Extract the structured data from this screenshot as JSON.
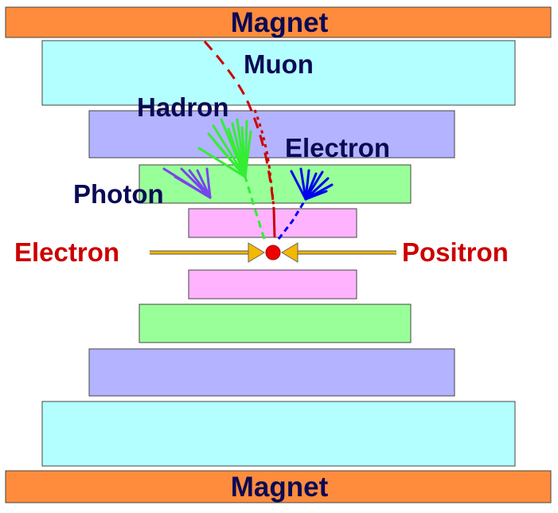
{
  "labels": {
    "magnet_top": "Magnet",
    "magnet_bottom": "Magnet",
    "muon": "Muon",
    "hadron": "Hadron",
    "electron_track": "Electron",
    "photon": "Photon",
    "electron_beam": "Electron",
    "positron_beam": "Positron"
  },
  "colors": {
    "magnet": "#ff8c3c",
    "muon_chamber": "#b3ffff",
    "hadron_calorimeter": "#b3b3ff",
    "em_calorimeter": "#99ff99",
    "tracker": "#ffb3ff",
    "label_navy": "#0a0a55",
    "label_red": "#cc0000",
    "muon_track": "#cc0000",
    "hadron_track": "#33ee33",
    "electron_track": "#0000ee",
    "photon_track": "#7744ee",
    "beam": "#f5b800"
  }
}
